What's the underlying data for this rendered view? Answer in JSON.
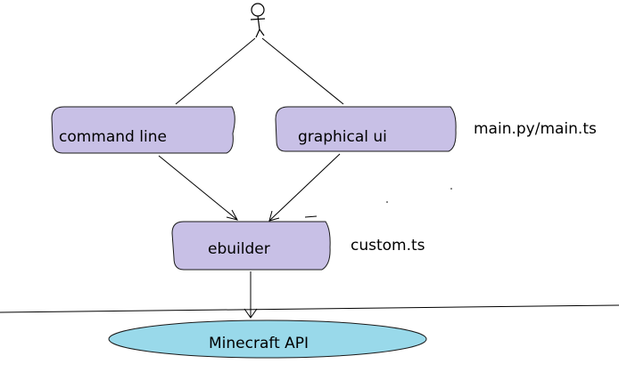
{
  "nodes": {
    "command_line": "command line",
    "graphical_ui": "graphical ui",
    "ebuilder": "ebuilder",
    "minecraft_api": "Minecraft API"
  },
  "side_labels": {
    "ui_files": "main.py/main.ts",
    "custom_file": "custom.ts"
  },
  "colors": {
    "box_fill": "#c8c0e6",
    "box_stroke": "#1a1a1a",
    "ellipse_fill": "#99d9ea",
    "line": "#000000",
    "actor": "#000000"
  },
  "icons": {
    "user": "stick-figure-icon"
  }
}
